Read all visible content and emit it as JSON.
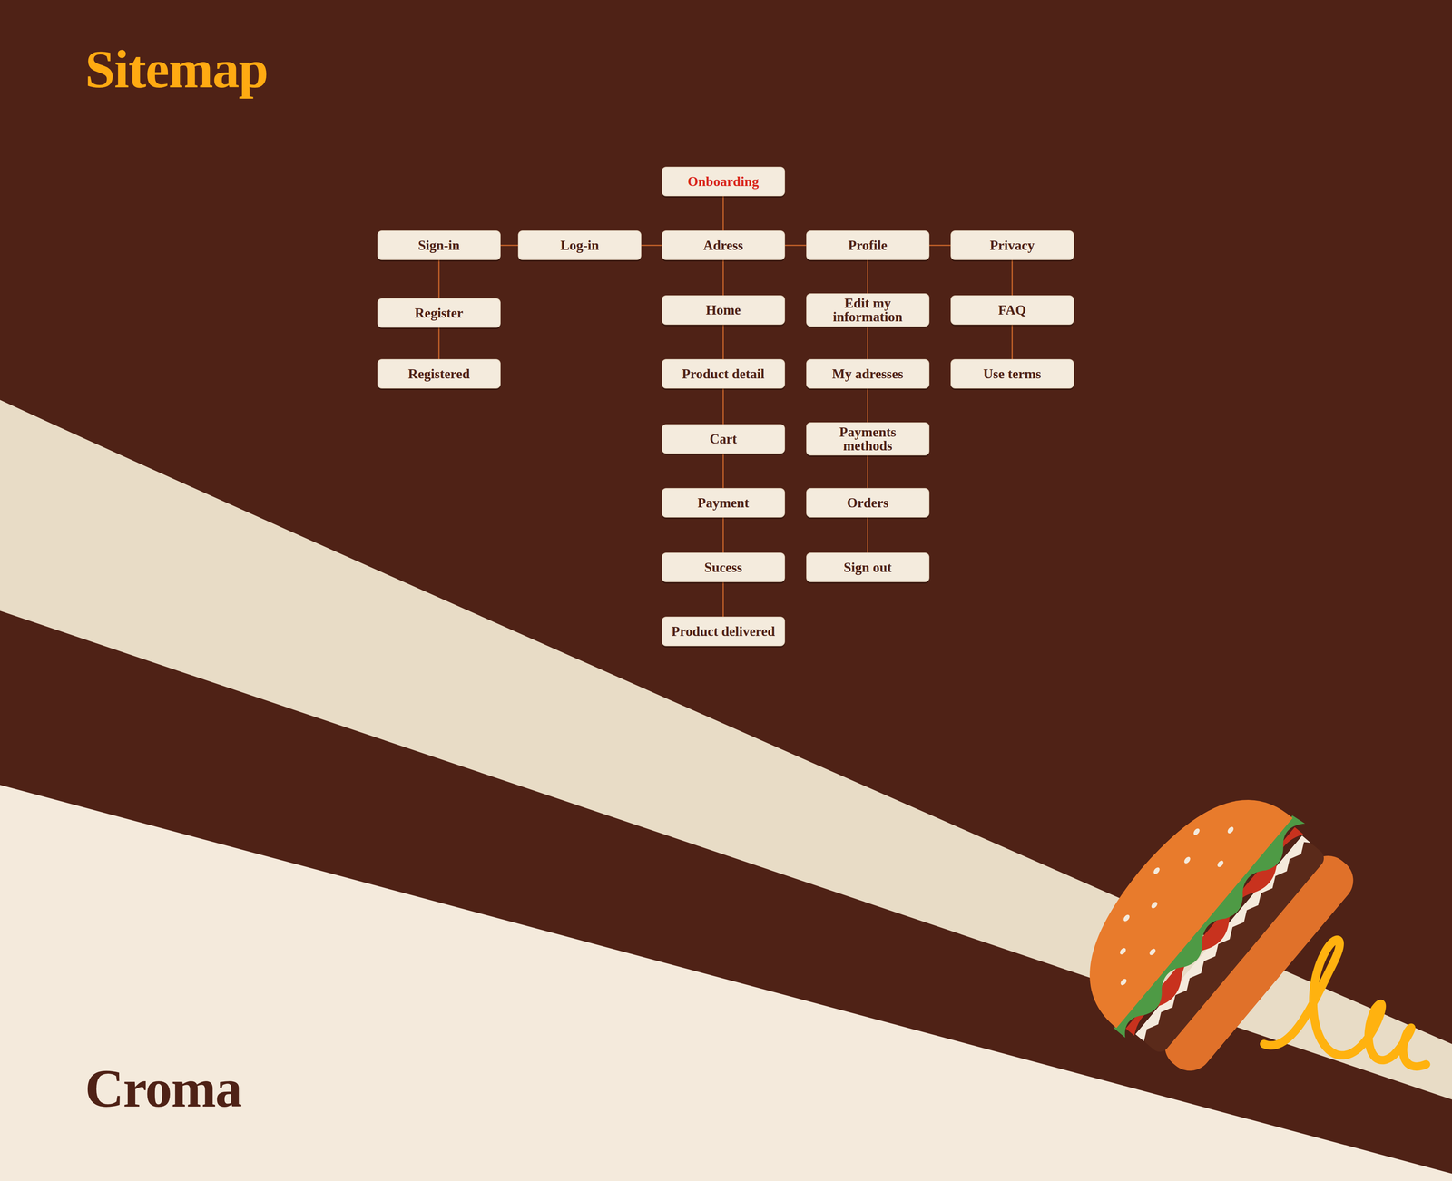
{
  "diagram": {
    "title": "Sitemap",
    "nodes": [
      {
        "text": [
          "Onboarding"
        ]
      },
      {
        "text": [
          "Sign-in"
        ]
      },
      {
        "text": [
          "Log-in"
        ]
      },
      {
        "text": [
          "Adress"
        ]
      },
      {
        "text": [
          "Profile"
        ]
      },
      {
        "text": [
          "Privacy"
        ]
      },
      {
        "text": [
          "Register"
        ]
      },
      {
        "text": [
          "Home"
        ]
      },
      {
        "text": [
          "Edit my information"
        ]
      },
      {
        "text": [
          "FAQ"
        ]
      },
      {
        "text": [
          "Registered"
        ]
      },
      {
        "text": [
          "Product detail"
        ]
      },
      {
        "text": [
          "My adresses"
        ]
      },
      {
        "text": [
          "Use terms"
        ]
      },
      {
        "text": [
          "Cart"
        ]
      },
      {
        "text": [
          "Payments methods"
        ]
      },
      {
        "text": [
          "Payment"
        ]
      },
      {
        "text": [
          "Orders"
        ]
      },
      {
        "text": [
          "Sucess"
        ]
      },
      {
        "text": [
          "Sign out"
        ]
      },
      {
        "text": [
          "Product delivered"
        ]
      }
    ],
    "edges": [
      {
        "from": 0,
        "to": 3,
        "arrow": "none"
      },
      {
        "from": 1,
        "to": 2,
        "arrow": "none"
      },
      {
        "from": 2,
        "to": 3,
        "arrow": "none"
      },
      {
        "from": 3,
        "to": 4,
        "arrow": "none"
      },
      {
        "from": 4,
        "to": 5,
        "arrow": "none"
      },
      {
        "from": 1,
        "to": 6,
        "arrow": "none"
      },
      {
        "from": 6,
        "to": 10,
        "arrow": "none"
      },
      {
        "from": 3,
        "to": 7,
        "arrow": "none"
      },
      {
        "from": 7,
        "to": 11,
        "arrow": "none"
      },
      {
        "from": 11,
        "to": 14,
        "arrow": "none"
      },
      {
        "from": 14,
        "to": 16,
        "arrow": "none"
      },
      {
        "from": 16,
        "to": 18,
        "arrow": "none"
      },
      {
        "from": 18,
        "to": 20,
        "arrow": "none"
      },
      {
        "from": 4,
        "to": 8,
        "arrow": "none"
      },
      {
        "from": 8,
        "to": 12,
        "arrow": "none"
      },
      {
        "from": 12,
        "to": 15,
        "arrow": "none"
      },
      {
        "from": 15,
        "to": 17,
        "arrow": "none"
      },
      {
        "from": 17,
        "to": 19,
        "arrow": "none"
      },
      {
        "from": 5,
        "to": 9,
        "arrow": "none"
      },
      {
        "from": 9,
        "to": 13,
        "arrow": "none"
      }
    ],
    "labels": [
      "Croma"
    ]
  }
}
